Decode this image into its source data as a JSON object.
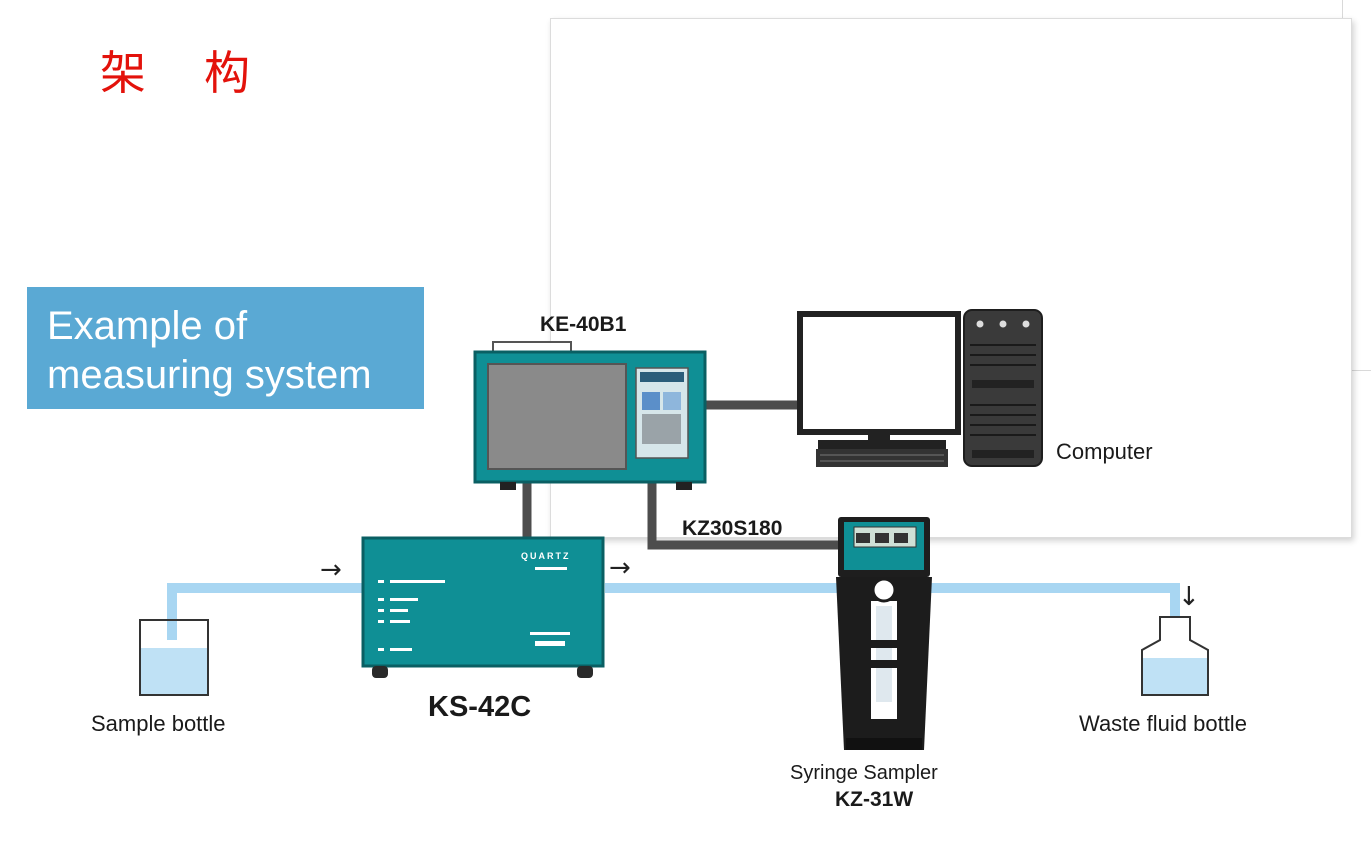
{
  "title": "架构",
  "badge": {
    "line1": "Example of",
    "line2": "measuring system"
  },
  "components": {
    "ke40b1": "KE-40B1",
    "computer": "Computer",
    "kz30s180": "KZ30S180",
    "ks42c": "KS-42C",
    "ks42c_brand": "QUARTZ",
    "syringe_name": "Syringe Sampler",
    "syringe_model": "KZ-31W",
    "sample_bottle": "Sample bottle",
    "waste_bottle": "Waste fluid bottle"
  },
  "flow_arrows": [
    "→",
    "→",
    "↓"
  ],
  "colors": {
    "title_red": "#e3120b",
    "badge_blue": "#5aa9d4",
    "teal_device": "#0f8f95",
    "tube_blue": "#a8d6f2",
    "cable_gray": "#4d4d4d"
  }
}
